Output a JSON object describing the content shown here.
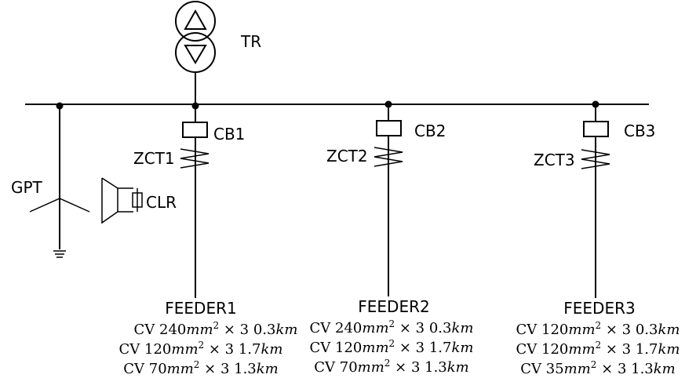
{
  "transformer": {
    "label": "TR"
  },
  "gpt": {
    "label": "GPT"
  },
  "clr": {
    "label": "CLR"
  },
  "feeders": [
    {
      "cb": "CB1",
      "zct": "ZCT1",
      "name": "FEEDER1",
      "cables": [
        {
          "prefix": "CV 240",
          "suffix": " × 3  0.3"
        },
        {
          "prefix": "CV 120",
          "suffix": " × 3  1.7"
        },
        {
          "prefix": "CV 70",
          "suffix": " × 3  1.3"
        }
      ]
    },
    {
      "cb": "CB2",
      "zct": "ZCT2",
      "name": "FEEDER2",
      "cables": [
        {
          "prefix": "CV 240",
          "suffix": " × 3  0.3"
        },
        {
          "prefix": "CV 120",
          "suffix": " × 3  1.7"
        },
        {
          "prefix": "CV 70",
          "suffix": " × 3  1.3"
        }
      ]
    },
    {
      "cb": "CB3",
      "zct": "ZCT3",
      "name": "FEEDER3",
      "cables": [
        {
          "prefix": "CV 120",
          "suffix": " × 3  0.3"
        },
        {
          "prefix": "CV 120",
          "suffix": " × 3  1.7"
        },
        {
          "prefix": "CV 35",
          "suffix": " × 3  1.3"
        }
      ]
    }
  ],
  "units": {
    "area": "mm",
    "area_power": "2",
    "length": "km"
  }
}
